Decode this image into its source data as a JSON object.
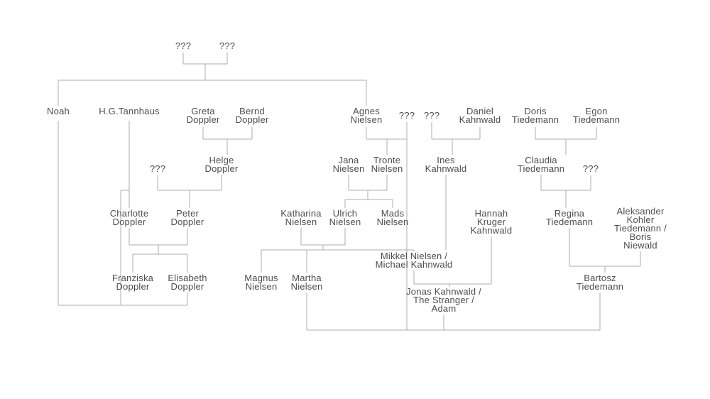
{
  "diagram": {
    "type": "family-tree",
    "people": {
      "q1": "???",
      "q2": "???",
      "noah": "Noah",
      "tannhaus": "H.G.Tannhaus",
      "greta": "Greta\nDoppler",
      "bernd": "Bernd\nDoppler",
      "agnes": "Agnes\nNielsen",
      "q_agnes": "???",
      "q_daniel": "???",
      "daniel": "Daniel\nKahnwald",
      "doris": "Doris\nTiedemann",
      "egon": "Egon\nTiedemann",
      "q_helge": "???",
      "helge": "Helge\nDoppler",
      "jana": "Jana\nNielsen",
      "tronte": "Tronte\nNielsen",
      "ines": "Ines\nKahnwald",
      "claudia": "Claudia\nTiedemann",
      "q_claudia": "???",
      "charlotte": "Charlotte\nDoppler",
      "peter": "Peter\nDoppler",
      "katharina": "Katharina\nNielsen",
      "ulrich": "Ulrich\nNielsen",
      "mads": "Mads\nNielsen",
      "hannah": "Hannah\nKruger\nKahnwald",
      "regina": "Regina\nTiedemann",
      "aleksander": "Aleksander\nKohler\nTiedemann /\nBoris\nNiewald",
      "mikkel": "Mikkel Nielsen /\nMichael Kahnwald",
      "franziska": "Franziska\nDoppler",
      "elisabeth": "Elisabeth\nDoppler",
      "magnus": "Magnus\nNielsen",
      "martha": "Martha\nNielsen",
      "jonas": "Jonas Kahnwald /\nThe Stranger /\nAdam",
      "bartosz": "Bartosz\nTiedemann"
    },
    "relationships": [
      {
        "type": "couple",
        "parents": [
          "q1",
          "q2"
        ],
        "children": [
          "noah",
          "agnes"
        ]
      },
      {
        "type": "couple",
        "parents": [
          "greta",
          "bernd"
        ],
        "children": [
          "helge"
        ]
      },
      {
        "type": "couple",
        "parents": [
          "agnes",
          "q_agnes"
        ],
        "children": [
          "tronte"
        ]
      },
      {
        "type": "couple",
        "parents": [
          "q_daniel",
          "daniel"
        ],
        "children": [
          "ines"
        ]
      },
      {
        "type": "couple",
        "parents": [
          "doris",
          "egon"
        ],
        "children": [
          "claudia"
        ]
      },
      {
        "type": "couple",
        "parents": [
          "q_helge",
          "helge"
        ],
        "children": [
          "peter"
        ]
      },
      {
        "type": "couple",
        "parents": [
          "jana",
          "tronte"
        ],
        "children": [
          "ulrich",
          "mads"
        ]
      },
      {
        "type": "couple",
        "parents": [
          "claudia",
          "q_claudia"
        ],
        "children": [
          "regina"
        ]
      },
      {
        "type": "guardian",
        "parents": [
          "tannhaus"
        ],
        "children": [
          "charlotte"
        ]
      },
      {
        "type": "couple",
        "parents": [
          "charlotte",
          "peter"
        ],
        "children": [
          "franziska",
          "elisabeth"
        ]
      },
      {
        "type": "couple",
        "parents": [
          "katharina",
          "ulrich"
        ],
        "children": [
          "magnus",
          "martha",
          "mikkel"
        ]
      },
      {
        "type": "guardian",
        "parents": [
          "ines"
        ],
        "children": [
          "mikkel"
        ]
      },
      {
        "type": "couple",
        "parents": [
          "mikkel",
          "hannah"
        ],
        "children": [
          "jonas"
        ]
      },
      {
        "type": "couple",
        "parents": [
          "regina",
          "aleksander"
        ],
        "children": [
          "bartosz"
        ]
      },
      {
        "type": "couple",
        "parents": [
          "noah",
          "elisabeth"
        ],
        "children": [
          "charlotte"
        ]
      },
      {
        "type": "couple",
        "parents": [
          "martha",
          "jonas",
          "bartosz"
        ],
        "children": [
          "q_agnes"
        ]
      }
    ]
  }
}
